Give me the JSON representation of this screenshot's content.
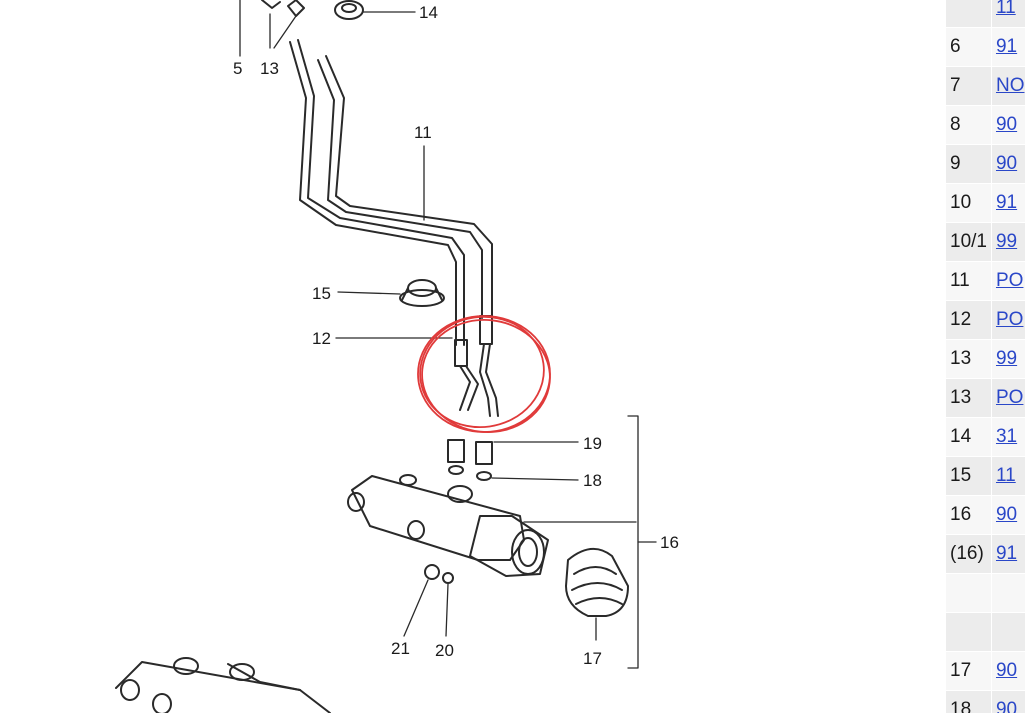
{
  "diagram": {
    "callouts": [
      "5",
      "13",
      "14",
      "11",
      "15",
      "12",
      "19",
      "18",
      "16",
      "21",
      "20",
      "17"
    ]
  },
  "annotation": {
    "color": "#e03a3a"
  },
  "parts_table": {
    "rows": [
      {
        "pos": "",
        "pn": "11"
      },
      {
        "pos": "6",
        "pn": "91"
      },
      {
        "pos": "7",
        "pn": "NO"
      },
      {
        "pos": "8",
        "pn": "90"
      },
      {
        "pos": "9",
        "pn": "90"
      },
      {
        "pos": "10",
        "pn": "91"
      },
      {
        "pos": "10/1",
        "pn": "99"
      },
      {
        "pos": "11",
        "pn": "PO"
      },
      {
        "pos": "12",
        "pn": "PO"
      },
      {
        "pos": "13",
        "pn": "99"
      },
      {
        "pos": "13",
        "pn": "PO"
      },
      {
        "pos": "14",
        "pn": "31"
      },
      {
        "pos": "15",
        "pn": "11"
      },
      {
        "pos": "16",
        "pn": "90"
      },
      {
        "pos": "(16)",
        "pn": "91"
      },
      {
        "pos": "",
        "pn": ""
      },
      {
        "pos": "",
        "pn": ""
      },
      {
        "pos": "17",
        "pn": "90"
      },
      {
        "pos": "18",
        "pn": "90"
      }
    ]
  }
}
